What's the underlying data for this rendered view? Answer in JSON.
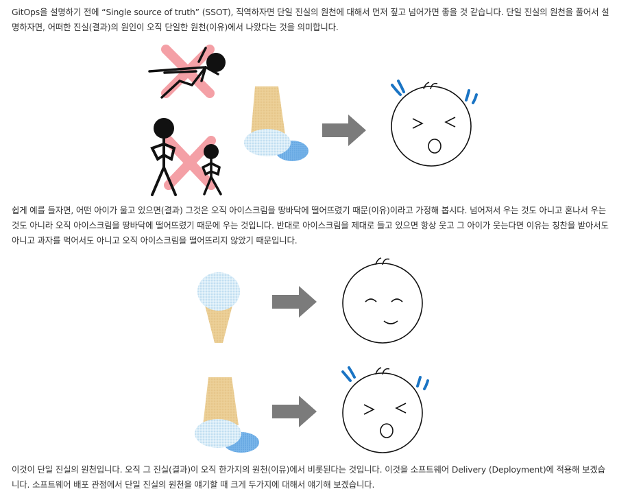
{
  "article": {
    "paragraphs": [
      "GitOps을 설명하기 전에 “Single source of truth” (SSOT), 직역하자면 단일 진실의 원천에 대해서 먼저 짚고 넘어가면 좋을 것 같습니다. 단일 진실의 원천을 풀어서 설명하자면, 어떠한 진실(결과)의 원인이 오직 단일한 원천(이유)에서 나왔다는 것을 의미합니다.",
      "쉽게 예를 들자면, 어떤 아이가 울고 있으면(결과) 그것은 오직 아이스크림을 땅바닥에 떨어뜨렸기 때문(이유)이라고 가정해 봅시다. 넘어져서 우는 것도 아니고 혼나서 우는 것도 아니라 오직 아이스크림을 땅바닥에 떨어뜨렸기 때문에 우는 것입니다. 반대로 아이스크림을 제대로 들고 있으면 항상 웃고 그 아이가 웃는다면 이유는 칭찬을 받아서도 아니고 과자를 먹어서도 아니고 오직 아이스크림을 떨어뜨리지 않았기 때문입니다.",
      "이것이 단일 진실의 원천입니다. 오직 그 진실(결과)이 오직 한가지의 원천(이유)에서 비롯된다는 것입니다. 이것을 소프트웨어 Delivery (Deployment)에 적용해 보겠습니다. 소프트웨어 배포 관점에서 단일 진실의 원천을 얘기할 때 크게 두가지에 대해서 얘기해 보겠습니다."
    ]
  },
  "colors": {
    "text": "#333333",
    "cross": "#f4a0a6",
    "cone": "#e8c98a",
    "scoop": "#cfe6f6",
    "puddle": "#63a9e6",
    "arrow": "#7b7b7b",
    "sweat": "#1a74c4"
  }
}
